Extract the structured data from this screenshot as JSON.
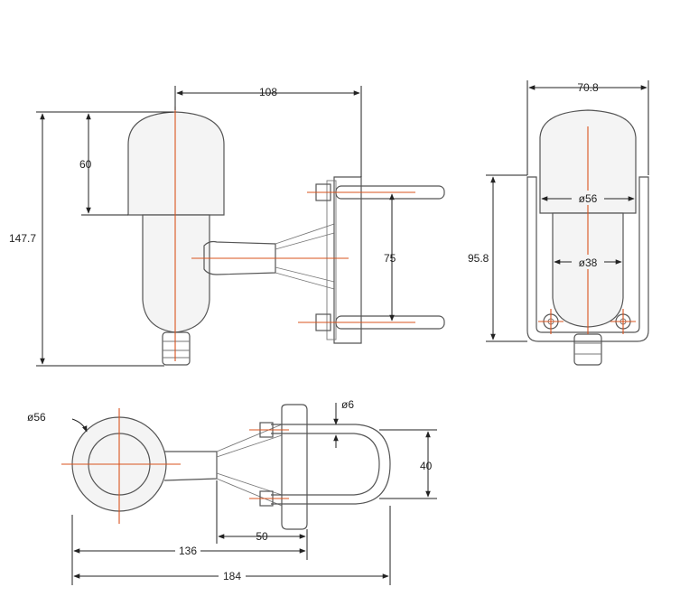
{
  "dimensions": {
    "overall_height": "147.7",
    "dome_height": "60",
    "width_to_bracket": "108",
    "bolt_spacing_side": "75",
    "front_width": "70.8",
    "front_height": "95.8",
    "diameter_dome_front": "ø56",
    "diameter_body_front": "ø38",
    "diameter_top_view": "ø56",
    "bolt_diameter": "ø6",
    "bolt_spacing_top": "40",
    "bracket_offset": "50",
    "length_to_bracket": "136",
    "overall_length": "184"
  },
  "colors": {
    "outline": "#555555",
    "dimension": "#222222",
    "centerline": "#d9531e"
  }
}
